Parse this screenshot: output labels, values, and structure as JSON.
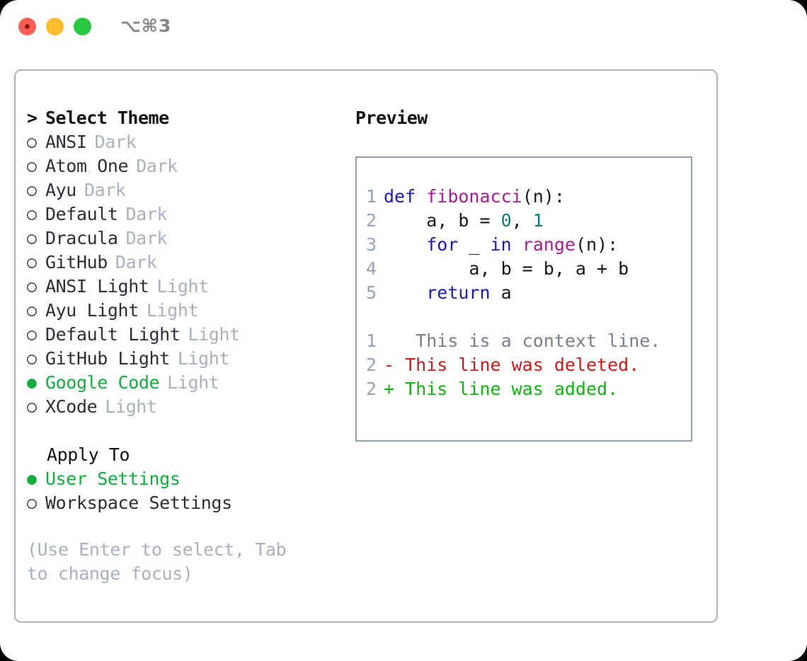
{
  "titlebar": {
    "shortcut": "⌥⌘3",
    "lights": [
      "close",
      "minimize",
      "zoom"
    ]
  },
  "theme_picker": {
    "header": {
      "caret": ">",
      "label": "Select Theme"
    },
    "markers": {
      "selected": "●",
      "unselected": "○"
    },
    "items": [
      {
        "name": "ANSI",
        "tag": "Dark",
        "selected": false
      },
      {
        "name": "Atom One",
        "tag": "Dark",
        "selected": false
      },
      {
        "name": "Ayu",
        "tag": "Dark",
        "selected": false
      },
      {
        "name": "Default",
        "tag": "Dark",
        "selected": false
      },
      {
        "name": "Dracula",
        "tag": "Dark",
        "selected": false
      },
      {
        "name": "GitHub",
        "tag": "Dark",
        "selected": false
      },
      {
        "name": "ANSI Light",
        "tag": "Light",
        "selected": false
      },
      {
        "name": "Ayu Light",
        "tag": "Light",
        "selected": false
      },
      {
        "name": "Default Light",
        "tag": "Light",
        "selected": false
      },
      {
        "name": "GitHub Light",
        "tag": "Light",
        "selected": false
      },
      {
        "name": "Google Code",
        "tag": "Light",
        "selected": true
      },
      {
        "name": "XCode",
        "tag": "Light",
        "selected": false
      }
    ]
  },
  "apply_to": {
    "label": "Apply To",
    "options": [
      {
        "name": "User Settings",
        "selected": true
      },
      {
        "name": "Workspace Settings",
        "selected": false
      }
    ]
  },
  "hint": "(Use Enter to select, Tab to change focus)",
  "preview": {
    "title": "Preview",
    "code_lines": [
      {
        "num": "1",
        "tokens": [
          {
            "t": "def ",
            "c": "kw"
          },
          {
            "t": "fibonacci",
            "c": "fn"
          },
          {
            "t": "(n):",
            "c": "pl"
          }
        ]
      },
      {
        "num": "2",
        "tokens": [
          {
            "t": "    a, b = ",
            "c": "pl"
          },
          {
            "t": "0",
            "c": "num"
          },
          {
            "t": ", ",
            "c": "pl"
          },
          {
            "t": "1",
            "c": "num"
          }
        ]
      },
      {
        "num": "3",
        "tokens": [
          {
            "t": "    ",
            "c": "pl"
          },
          {
            "t": "for",
            "c": "kw"
          },
          {
            "t": " _ ",
            "c": "pl"
          },
          {
            "t": "in",
            "c": "kw"
          },
          {
            "t": " ",
            "c": "pl"
          },
          {
            "t": "range",
            "c": "fn"
          },
          {
            "t": "(n):",
            "c": "pl"
          }
        ]
      },
      {
        "num": "4",
        "tokens": [
          {
            "t": "        a, b = b, a + b",
            "c": "pl"
          }
        ]
      },
      {
        "num": "5",
        "tokens": [
          {
            "t": "    ",
            "c": "pl"
          },
          {
            "t": "return",
            "c": "kw"
          },
          {
            "t": " a",
            "c": "pl"
          }
        ]
      }
    ],
    "diff_lines": [
      {
        "num": "1",
        "marker": " ",
        "text": "  This is a context line.",
        "kind": "ctx"
      },
      {
        "num": "2",
        "marker": "-",
        "text": " This line was deleted.",
        "kind": "del"
      },
      {
        "num": "2",
        "marker": "+",
        "text": " This line was added.",
        "kind": "add"
      }
    ]
  },
  "colors": {
    "accent_green": "#16ab41",
    "tag_gray": "#a9b1be",
    "line_number": "#98a2b3",
    "keyword": "#1c1ca8",
    "function": "#a2208d",
    "number": "#0b7b7b",
    "plain": "#18191c",
    "diff_context": "#777f8a",
    "diff_deleted": "#c21d1d",
    "diff_added": "#11b211",
    "panel_border": "#aab3c0",
    "preview_border": "#92a0b2",
    "light_red": "#ff5f57",
    "light_yellow": "#febc2e",
    "light_green": "#28c840"
  }
}
